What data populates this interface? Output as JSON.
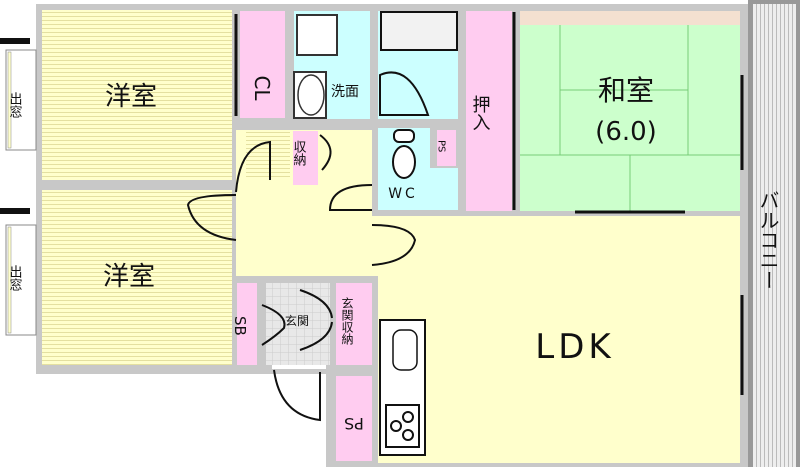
{
  "rooms": {
    "western_room_1": "洋室",
    "western_room_2": "洋室",
    "closet": "CL",
    "washroom": "洗面",
    "storage_hall": "収納",
    "wc": "WC",
    "ps_top": "PS",
    "oshiire": "押入",
    "japanese_room": "和室",
    "japanese_room_size": "(6.0)",
    "balcony": "バルコニー",
    "ldk": "LDK",
    "shoe_box": "SB",
    "entrance": "玄関",
    "entrance_storage": "玄関収納",
    "ps_bottom": "PS",
    "bay_window_1": "出窓",
    "bay_window_2": "出窓"
  },
  "colors": {
    "wall": "#c8c8c8",
    "western": "#ffffcc",
    "wet": "#ccffff",
    "storage": "#ffccf0",
    "japanese": "#ccffcc",
    "ldk": "#ffffcc"
  }
}
